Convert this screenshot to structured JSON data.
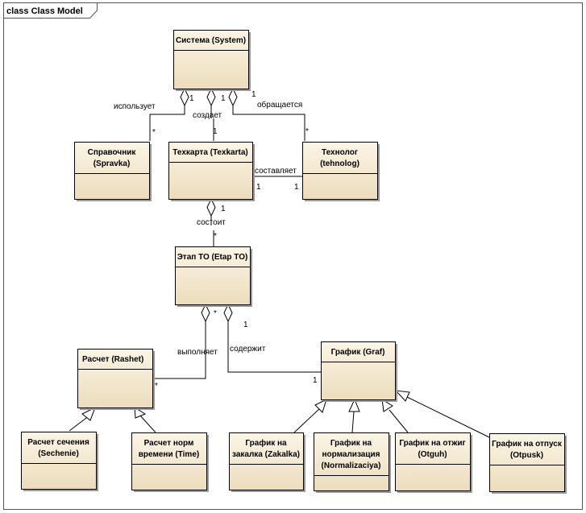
{
  "frame": {
    "title": "class Class Model"
  },
  "classes": {
    "system": {
      "line1": "Система (System)",
      "line2": ""
    },
    "spravka": {
      "line1": "Справочник",
      "line2": "(Spravka)"
    },
    "texkarta": {
      "line1": "Техкарта (Texkarta)",
      "line2": ""
    },
    "tehnolog": {
      "line1": "Технолог",
      "line2": "(tehnolog)"
    },
    "etap": {
      "line1": "Этап ТО (Etap TO)",
      "line2": ""
    },
    "rashet": {
      "line1": "Расчет (Rashet)",
      "line2": ""
    },
    "graf": {
      "line1": "График (Graf)",
      "line2": ""
    },
    "sechenie": {
      "line1": "Расчет сечения",
      "line2": "(Sechenie)"
    },
    "time": {
      "line1": "Расчет норм",
      "line2": "времени (Time)"
    },
    "zakalka": {
      "line1": "График на",
      "line2": "закалка (Zakalka)",
      "line3": ""
    },
    "normalizaciya": {
      "line1": "График на",
      "line2": "нормализация",
      "line3": "(Normalizaciya)"
    },
    "otguh": {
      "line1": "График на отжиг",
      "line2": "(Otguh)"
    },
    "otpusk": {
      "line1": "График на отпуск",
      "line2": "(Otpusk)"
    }
  },
  "associations": {
    "uses": {
      "label": "использует",
      "src_mult": "1",
      "dst_mult": "*"
    },
    "creates": {
      "label": "создает",
      "src_mult": "1",
      "dst_mult": "1"
    },
    "addresses": {
      "label": "обращается",
      "src_mult": "1",
      "dst_mult": "*"
    },
    "composes": {
      "label": "составляет",
      "src_mult": "1",
      "dst_mult": "1"
    },
    "consists": {
      "label": "состоит",
      "src_mult": "1",
      "dst_mult": "*"
    },
    "performs": {
      "label": "выполняет",
      "src_mult": "*",
      "dst_mult": "*"
    },
    "contains": {
      "label": "содержит",
      "src_mult": "1",
      "dst_mult": "1"
    }
  }
}
